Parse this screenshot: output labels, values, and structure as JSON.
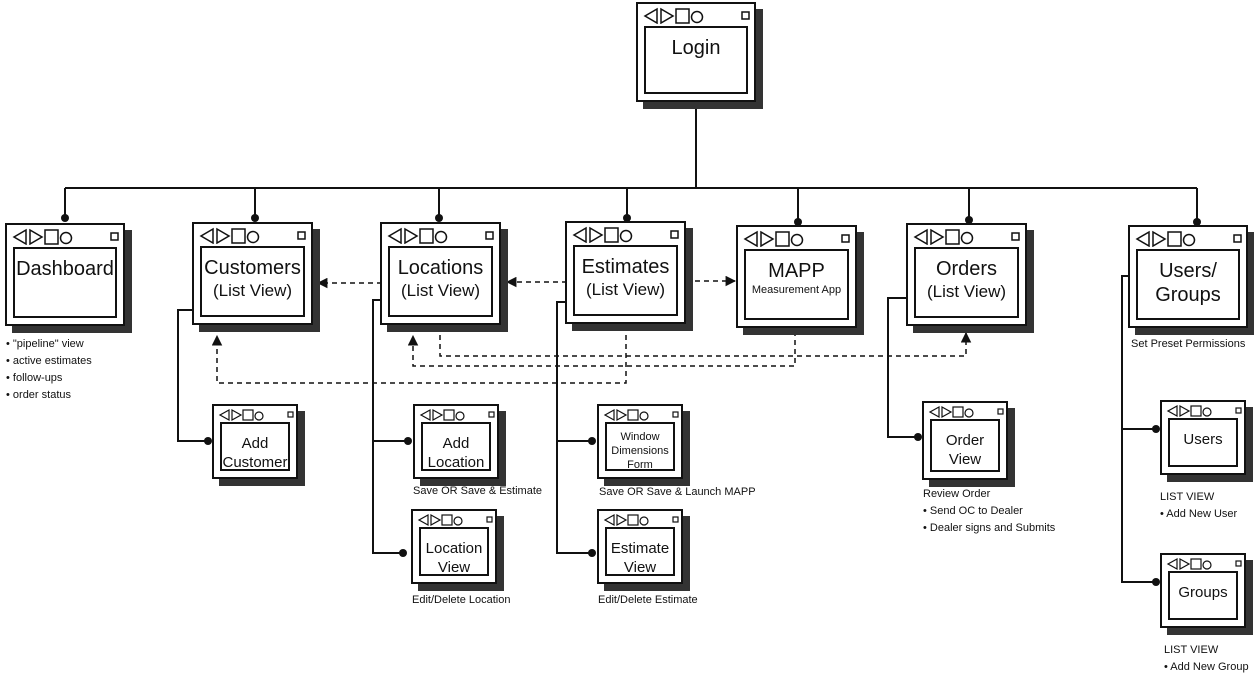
{
  "diagram": {
    "colors": {
      "line": "#111111",
      "shadow": "#333333",
      "background": "#ffffff"
    },
    "root": {
      "title": "Login"
    },
    "screens": {
      "dashboard": {
        "title": "Dashboard",
        "notes": [
          "• \"pipeline\" view",
          "• active estimates",
          "• follow-ups",
          "• order status"
        ]
      },
      "customers": {
        "title": "Customers",
        "subtitle": "(List View)"
      },
      "locations": {
        "title": "Locations",
        "subtitle": "(List View)"
      },
      "estimates": {
        "title": "Estimates",
        "subtitle": "(List View)"
      },
      "mapp": {
        "title": "MAPP",
        "subtitle": "Measurement App"
      },
      "orders": {
        "title": "Orders",
        "subtitle": "(List View)"
      },
      "users_groups": {
        "title": "Users/",
        "title2": "Groups",
        "note": "Set Preset Permissions"
      },
      "add_customer": {
        "title": "Add",
        "title2": "Customer"
      },
      "add_location": {
        "title": "Add",
        "title2": "Location",
        "note": "Save OR Save & Estimate"
      },
      "location_view": {
        "title": "Location",
        "title2": "View",
        "note": "Edit/Delete Location"
      },
      "window_dimensions": {
        "title": "Window",
        "title2": "Dimensions",
        "title3": "Form",
        "note": "Save OR Save & Launch MAPP"
      },
      "estimate_view": {
        "title": "Estimate",
        "title2": "View",
        "note": "Edit/Delete Estimate"
      },
      "order_view": {
        "title": "Order",
        "title2": "View",
        "notes": [
          "Review Order",
          "• Send OC to Dealer",
          "• Dealer signs and Submits"
        ]
      },
      "users": {
        "title": "Users",
        "notes": [
          "LIST VIEW",
          "• Add New User"
        ]
      },
      "groups": {
        "title": "Groups",
        "notes": [
          "LIST VIEW",
          "• Add New Group"
        ]
      }
    },
    "window_icons": [
      "back-arrow-icon",
      "forward-arrow-icon",
      "square-icon",
      "circle-icon",
      "close-box-icon"
    ]
  }
}
